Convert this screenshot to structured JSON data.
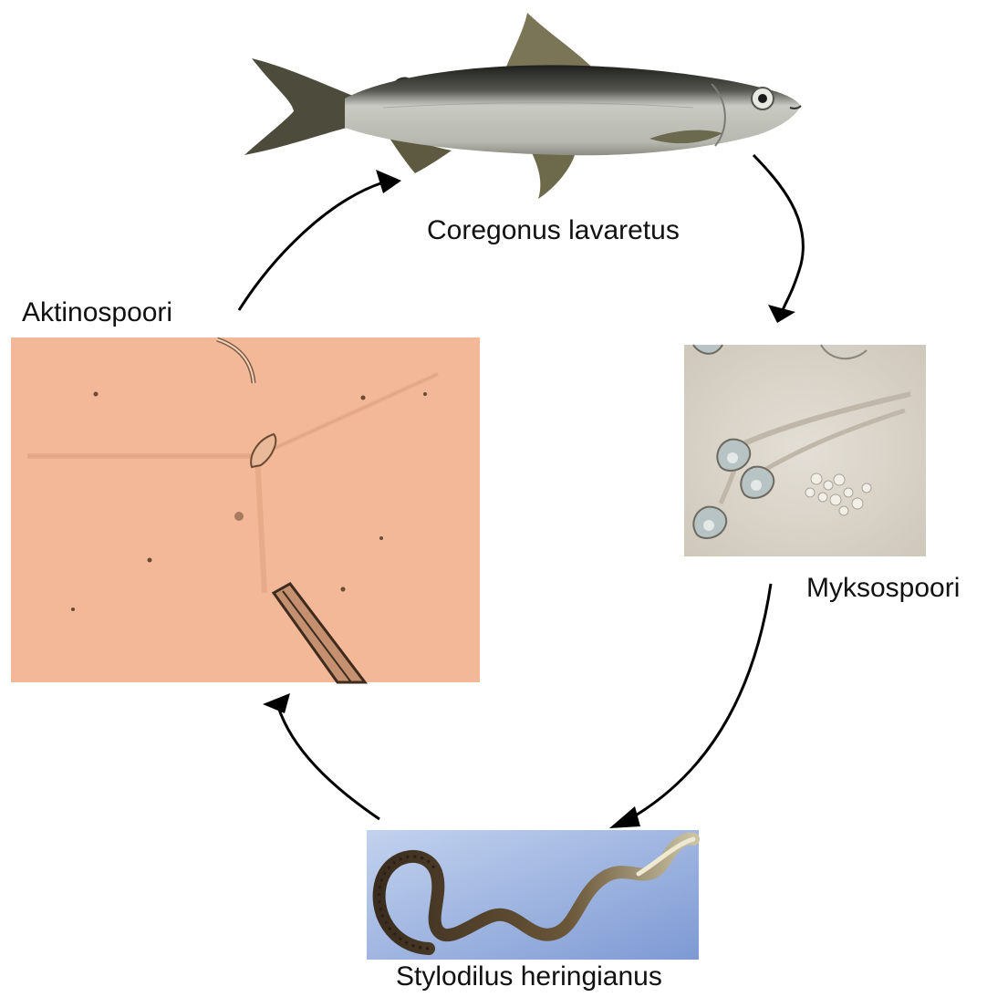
{
  "title": "",
  "stages": {
    "fish": {
      "label": "Coregonus lavaretus"
    },
    "myxospore": {
      "label": "Myksospoori"
    },
    "worm": {
      "label": "Stylodilus heringianus"
    },
    "actinospore": {
      "label": "Aktinospoori"
    }
  },
  "colors": {
    "arrow": "#000000",
    "actinospore_bg": "#f3b898",
    "myxospore_bg": "#d9d3c8",
    "worm_bg": "#a9bfe6",
    "fish_back": "#2b2b27",
    "fish_belly": "#c9c9c2",
    "fin": "#6b6a4f"
  }
}
